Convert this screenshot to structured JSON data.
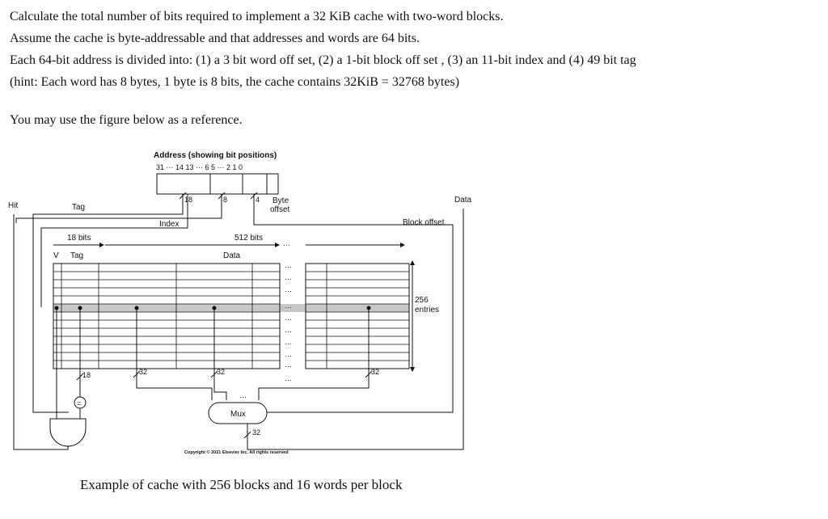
{
  "question": {
    "lines": [
      "Calculate the total number of bits required to implement a 32 KiB cache with two-word blocks.",
      "Assume the cache is byte-addressable and that addresses and words are 64 bits.",
      "Each 64-bit address is divided into: (1) a 3 bit word off set, (2) a 1-bit block off set , (3) an 11-bit index and (4) 49 bit tag",
      "(hint: Each word has 8 bytes, 1 byte is 8 bits, the cache contains 32KiB = 32768 bytes)"
    ],
    "reference": "You may use the figure below as a reference."
  },
  "figure": {
    "title": "Address (showing bit positions)",
    "bit_positions": "31  ···   14 13 ··· 6 5 ··· 2 1 0",
    "field_widths": {
      "tag": "18",
      "index": "8",
      "block": "4"
    },
    "labels": {
      "hit": "Hit",
      "data": "Data",
      "tag": "Tag",
      "index": "Index",
      "byte_offset_1": "Byte",
      "byte_offset_2": "offset",
      "block_offset": "Block offset",
      "tag_bits": "18 bits",
      "data_bits": "512 bits",
      "v": "V",
      "tag_col": "Tag",
      "data_col": "Data",
      "entries_1": "256",
      "entries_2": "entries",
      "w18": "18",
      "w32a": "32",
      "w32b": "32",
      "w32c": "32",
      "w32out": "32",
      "mux": "Mux",
      "eq": "=",
      "copyright": "Copyright © 2021 Elsevier Inc. All rights reserved"
    },
    "caption": "Example of cache with 256 blocks and 16 words per block"
  }
}
